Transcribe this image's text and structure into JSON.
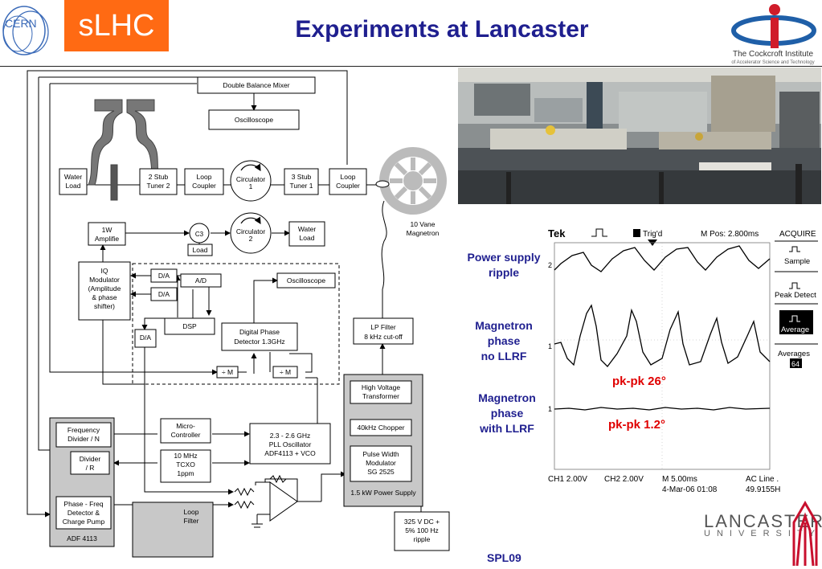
{
  "header": {
    "cern_label": "CERN",
    "slhc_label": "sLHC",
    "title": "Experiments at Lancaster",
    "cockcroft_name": "The Cockcroft Institute",
    "cockcroft_sub": "of Accelerator Science and Technology"
  },
  "diagram": {
    "double_balance_mixer": "Double Balance Mixer",
    "oscilloscope_top": "Oscilloscope",
    "water_load_top": [
      "Water",
      "Load"
    ],
    "stub_tuner_2": [
      "2 Stub",
      "Tuner 2"
    ],
    "loop_coupler_left": [
      "Loop",
      "Coupler"
    ],
    "circulator_1": [
      "Circulator",
      "1"
    ],
    "stub_tuner_1": [
      "3 Stub",
      "Tuner 1"
    ],
    "loop_coupler_right": [
      "Loop",
      "Coupler"
    ],
    "magnetron_label": [
      "10 Vane",
      "Magnetron"
    ],
    "amp_1w": [
      "1W",
      "Amplifie"
    ],
    "c3_label": "C3",
    "load_label": "Load",
    "circulator_2": [
      "Circulator",
      "2"
    ],
    "water_load_mid": [
      "Water",
      "Load"
    ],
    "iq_modulator": [
      "IQ",
      "Modulator",
      "(Amplitude",
      "& phase",
      "shifter)"
    ],
    "da_1": "D/A",
    "da_2": "D/A",
    "da_3": "D/A",
    "ad": "A/D",
    "oscilloscope_mid": "Oscilloscope",
    "dsp": "DSP",
    "digital_phase_detector": [
      "Digital Phase",
      "Detector 1.3GHz"
    ],
    "div_m_1": "÷ M",
    "div_m_2": "÷ M",
    "lp_filter": [
      "LP Filter",
      "8 kHz cut-off"
    ],
    "hv_transformer": [
      "High Voltage",
      "Transformer"
    ],
    "chopper": "40kHz Chopper",
    "pwm": [
      "Pulse Width",
      "Modulator",
      "SG 2525"
    ],
    "power_supply": "1.5 kW Power Supply",
    "freq_divider": [
      "Frequency",
      "Divider / N"
    ],
    "divider_r": [
      "Divider",
      "/ R"
    ],
    "pfd": [
      "Phase - Freq",
      "Detector &",
      "Charge Pump"
    ],
    "adf4113": "ADF 4113",
    "micro_controller": [
      "Micro-",
      "Controller"
    ],
    "tcxo": [
      "10 MHz",
      "TCXO",
      "1ppm"
    ],
    "pll_osc": [
      "2.3 - 2.6 GHz",
      "PLL Oscillator",
      "ADF4113 + VCO"
    ],
    "loop_filter": [
      "Loop",
      "Filter"
    ],
    "dc_supply": [
      "325 V DC +",
      "5% 100 Hz",
      "ripple"
    ]
  },
  "scope": {
    "brand": "Tek",
    "trig": "Trig'd",
    "mpos": "M Pos: 2.800ms",
    "menu_title": "ACQUIRE",
    "menu_items": [
      "Sample",
      "Peak Detect",
      "Average",
      "Averages"
    ],
    "averages_value": "64",
    "ch1": "CH1  2.00V",
    "ch2": "CH2  2.00V",
    "timebase": "M 5.00ms",
    "date": "4-Mar-06 01:08",
    "acline": "AC Line .",
    "freq": "49.9155H",
    "ch2_marker": "2",
    "ch1_marker_a": "1",
    "ch1_marker_b": "1"
  },
  "annotations": {
    "ripple": [
      "Power supply",
      "ripple"
    ],
    "no_llrf": [
      "Magnetron",
      "phase",
      "no LLRF"
    ],
    "pk26": "pk-pk 26°",
    "with_llrf": [
      "Magnetron",
      "phase",
      "with LLRF"
    ],
    "pk12": "pk-pk 1.2°"
  },
  "footer": {
    "spl": "SPL09",
    "lancaster": "LANCASTER",
    "university": "UNIVERSITY"
  },
  "colors": {
    "accent_orange": "#ff6a13",
    "title_blue": "#1f1f8f",
    "red": "#e00000"
  }
}
